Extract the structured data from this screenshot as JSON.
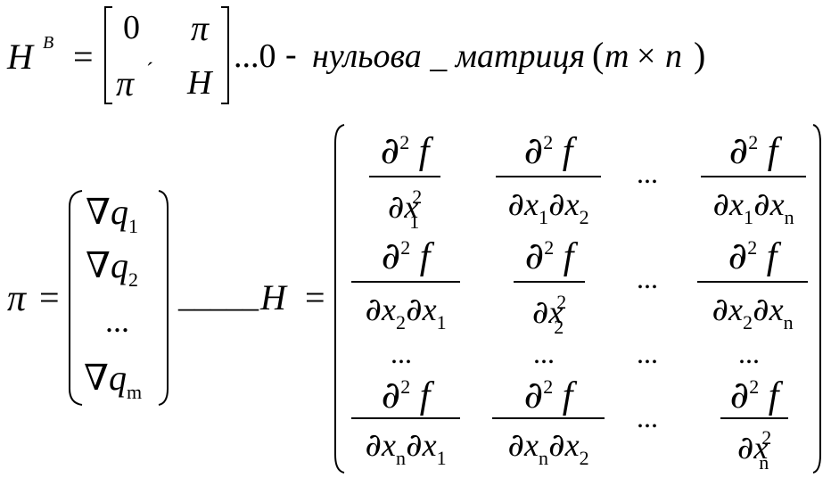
{
  "eq1": {
    "lhs_symbol": "H",
    "lhs_superscript": "B",
    "equals": "=",
    "matrix": {
      "r1c1": "0",
      "r1c2": "π",
      "r2c1": "π",
      "r2c1_prime": "´",
      "r2c2": "H"
    },
    "trail_dots": "...0",
    "dash": "-",
    "caption": "нульова _ матриця",
    "dimension_open": "(",
    "dimension_m": "m",
    "dimension_times": "×",
    "dimension_n": "n",
    "dimension_close": ")"
  },
  "eq2": {
    "pi_symbol": "π",
    "equals": "=",
    "vector": {
      "nabla": "∇",
      "q": "q",
      "sub1": "1",
      "sub2": "2",
      "dots": "...",
      "subm": "m"
    },
    "separator": "_____",
    "h_symbol": "H",
    "h_equals": "=",
    "hessian": {
      "partial": "∂",
      "exp2": "2",
      "f": "f",
      "x": "x",
      "idx1": "1",
      "idx2": "2",
      "idxn": "n",
      "dots": "..."
    }
  }
}
